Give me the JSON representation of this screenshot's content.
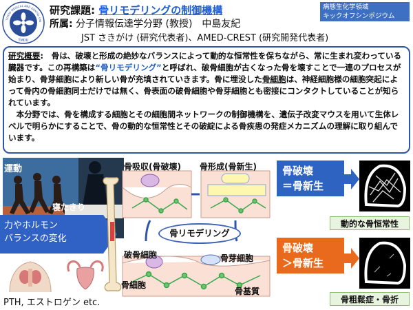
{
  "header": {
    "logo_text": "TOKYO MEDICAL AND DENTAL UNIVERSITY",
    "logo_abbrev": "TMDU",
    "title_label": "研究課題:",
    "title_value": "骨リモデリングの制御機構",
    "affil_label": "所属:",
    "affil_value": "分子情報伝達学分野 (教授)　中島友紀",
    "funding": "JST さきがけ (研究代表者)、AMED-CREST (研究開発代表者)",
    "symposium_line1": "病態生化学領域",
    "symposium_line2": "キックオフシンポジウム"
  },
  "summary": {
    "label": "研究概要",
    "p1_a": ":　骨は、破壊と形成の絶妙なバランスによって動的な恒常性を保ちながら、常に生まれ変わっている臓器です。この再構築は",
    "p1_term": "“骨リモデリング”",
    "p1_b": "と呼ばれ、破骨細胞が古くなった骨を壊すことで一連のプロセスが始まり、骨芽細胞により新しい骨が充填されていきます。骨に埋没した",
    "p1_c": "骨細胞",
    "p1_d": "は、神経細胞様の細胞突起によって骨内の骨細胞同士だけでは無く、骨表面の破骨細胞や骨芽細胞とも密接にコンタクトしていることが知られています。",
    "p2": "本分野では、骨を構成する細胞とその細胞間ネットワークの制御機構を、遺伝子改変マウスを用いて生体レベルで明らかにすることで、骨の動的な恒常性とその破綻による骨疾患の発症メカニズムの理解に取り組んでいます。"
  },
  "left_panel": {
    "exercise": "運動",
    "bedridden": "寝たきり",
    "balance_line1": "力やホルモン",
    "balance_line2": "バランスの変化",
    "hormones": "PTH, エストロゲン etc."
  },
  "diagram": {
    "resorption": "骨吸収(骨破壊)",
    "formation": "骨形成(骨新生)",
    "remodeling": "骨リモデリング",
    "osteoclast": "破骨細胞",
    "osteoblast": "骨芽細胞",
    "osteocyte": "骨細胞",
    "matrix": "骨基質"
  },
  "right_panel": {
    "balanced_line1": "骨破壊",
    "balanced_line2": "＝骨新生",
    "homeostasis": "動的な骨恒常性",
    "excess_line1": "骨破壊",
    "excess_line2": "＞骨新生",
    "disease": "骨粗鬆症・骨折",
    "colors": {
      "blue": "#2e63c2",
      "orange": "#e96a1c",
      "green_bg": "#e8f4df"
    }
  }
}
